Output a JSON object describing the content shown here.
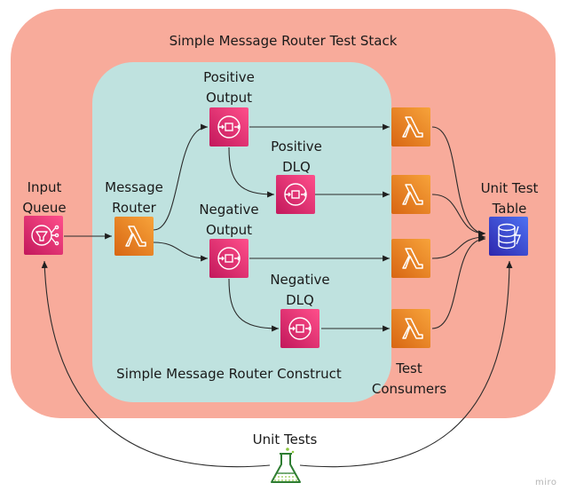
{
  "stack": {
    "title": "Simple Message Router Test Stack"
  },
  "construct": {
    "title": "Simple Message Router Construct"
  },
  "nodes": {
    "input_queue": "Input\nQueue",
    "message_router": "Message\nRouter",
    "positive_output": "Positive\nOutput",
    "positive_dlq": "Positive\nDLQ",
    "negative_output": "Negative\nOutput",
    "negative_dlq": "Negative\nDLQ",
    "unit_test_table": "Unit Test\nTable",
    "test_consumers": "Test\nConsumers",
    "unit_tests": "Unit Tests"
  },
  "watermark": "miro",
  "icons": {
    "queue": "sqs-queue-icon",
    "router": "lambda-icon",
    "table": "dynamodb-table-icon",
    "tests": "lab-flask-icon"
  },
  "colors": {
    "stack_fill": "#f8ab9b",
    "construct_fill": "#bfe2df",
    "queue": "#e7157b",
    "lambda": "#ed7100",
    "dynamodb": "#3b48cc",
    "flask": "#7aa116"
  }
}
